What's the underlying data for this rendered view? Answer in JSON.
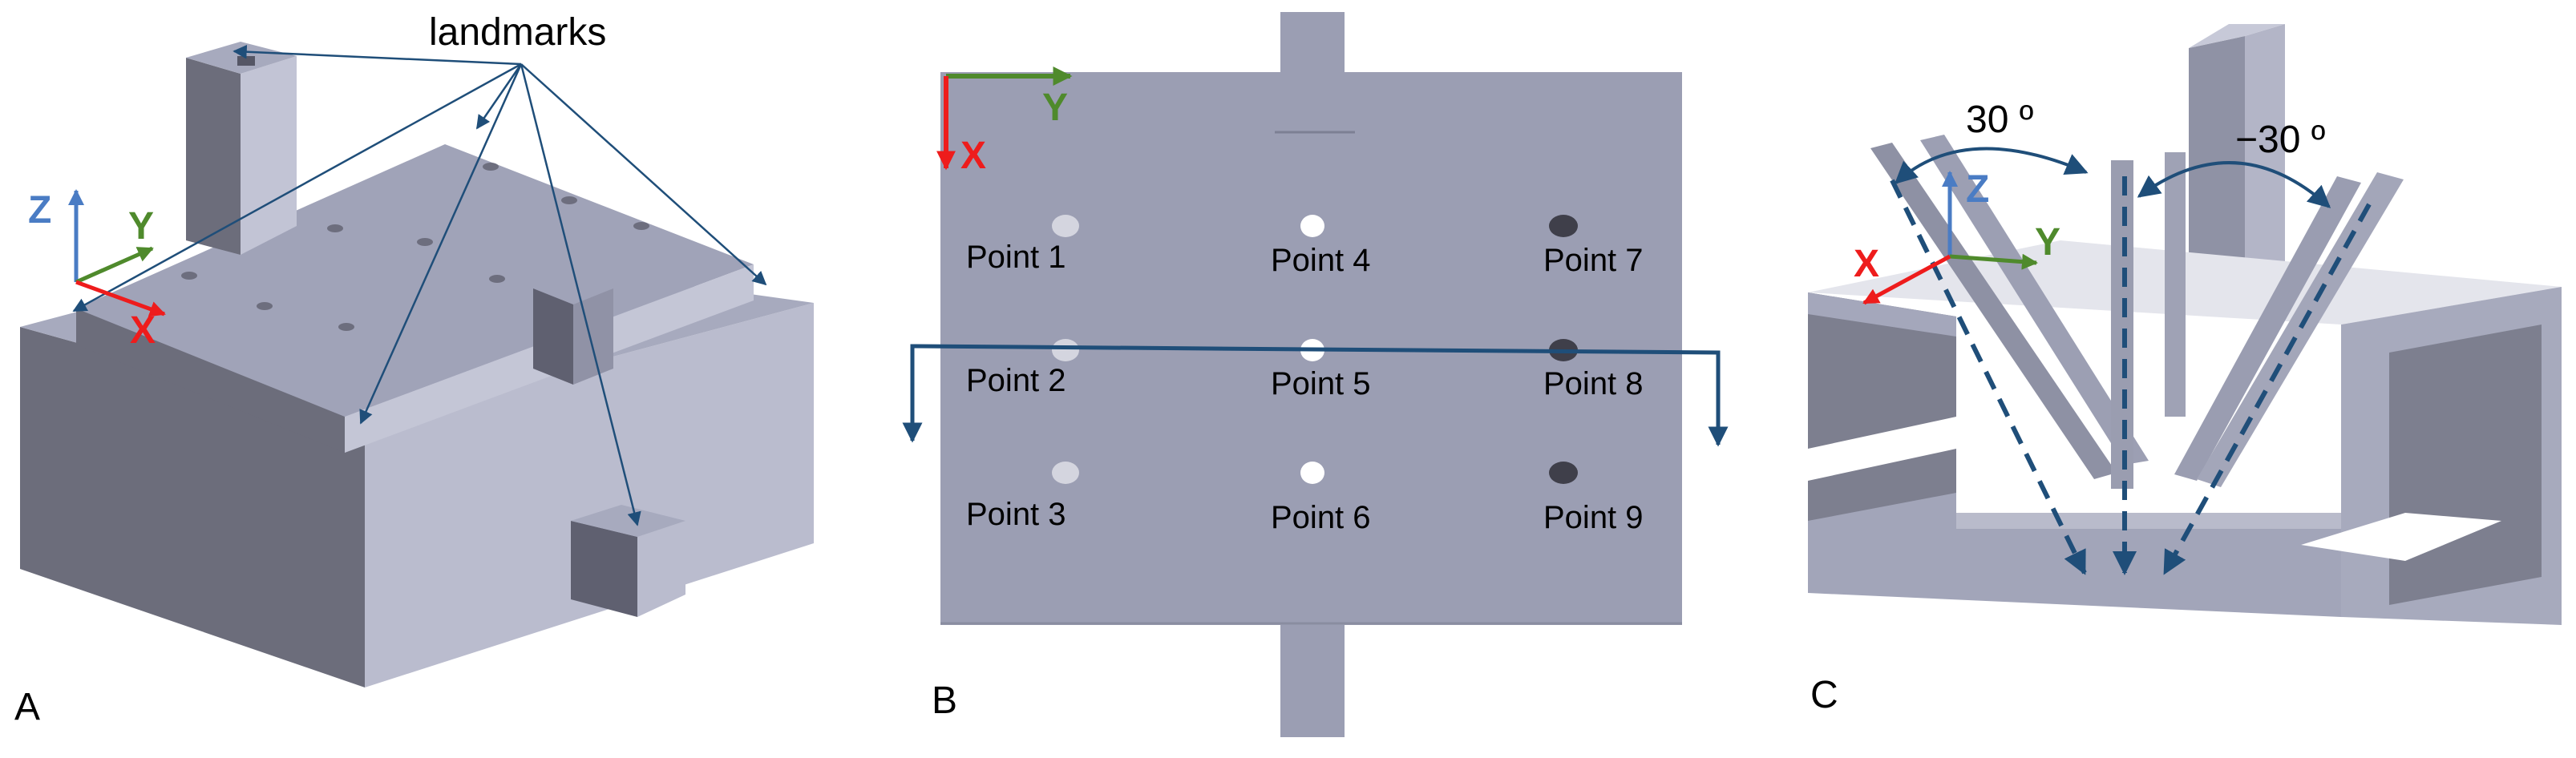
{
  "panels": {
    "a": {
      "letter": "A",
      "callout": "landmarks",
      "axes": {
        "x": "X",
        "y": "Y",
        "z": "Z"
      }
    },
    "b": {
      "letter": "B",
      "axes": {
        "x": "X",
        "y": "Y"
      },
      "points": [
        "Point 1",
        "Point 2",
        "Point 3",
        "Point 4",
        "Point 5",
        "Point 6",
        "Point 7",
        "Point 8",
        "Point 9"
      ]
    },
    "c": {
      "letter": "C",
      "axes": {
        "x": "X",
        "y": "Y",
        "z": "Z"
      },
      "angles": {
        "left": "30 º",
        "right": "−30 º"
      }
    }
  },
  "colors": {
    "axis_x": "#ee1c1c",
    "axis_y": "#4f8a2c",
    "axis_z": "#4a7cc4",
    "callout": "#1f4e79",
    "part_light": "#babcce",
    "part_mid": "#9a9db0",
    "part_dark": "#6c6d7b",
    "plate": "#9b9eb3"
  }
}
